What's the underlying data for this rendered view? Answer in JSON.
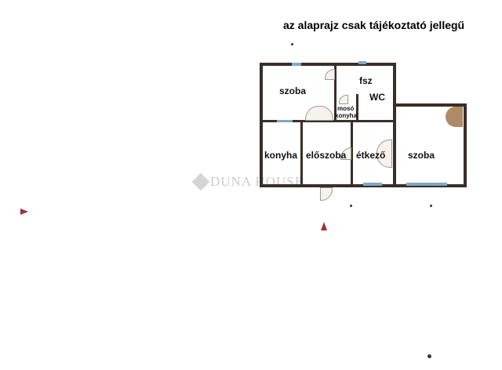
{
  "title": "az alaprajz csak tájékoztató jellegű",
  "watermark": "DUNA HOUSE",
  "rooms": {
    "szoba_top": "szoba",
    "fsz": "fsz",
    "wc": "WC",
    "moso": "mosó",
    "moso_konyha": "konyha",
    "konyha": "konyha",
    "eloszoba": "előszoba",
    "etkezo": "étkező",
    "szoba_right": "szoba"
  },
  "colors": {
    "wall": "#3b2d27",
    "window": "#7fa9c4",
    "arrow": "#a0303a",
    "stairs": "#a0764a"
  }
}
